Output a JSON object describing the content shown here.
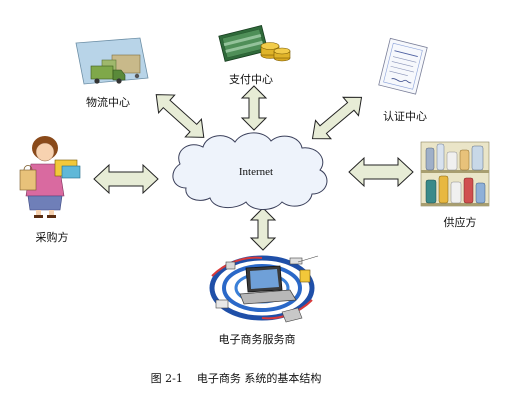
{
  "nodes": {
    "logistics": {
      "label": "物流中心",
      "icon": "delivery-truck-icon"
    },
    "payment": {
      "label": "支付中心",
      "icon": "money-stack-icon"
    },
    "certification": {
      "label": "认证中心",
      "icon": "certificate-document-icon"
    },
    "buyer": {
      "label": "采购方",
      "icon": "shopper-woman-icon"
    },
    "internet": {
      "label": "Internet",
      "icon": "cloud-icon"
    },
    "supplier": {
      "label": "供应方",
      "icon": "product-shelves-icon"
    },
    "service_provider": {
      "label": "电子商务服务商",
      "icon": "laptop-network-icon"
    }
  },
  "caption": "图 2-1    电子商务 系统的基本结构",
  "colors": {
    "arrow_fill": "#e7ecd6",
    "cloud_fill": "#eef3fb",
    "outline": "#222222"
  }
}
